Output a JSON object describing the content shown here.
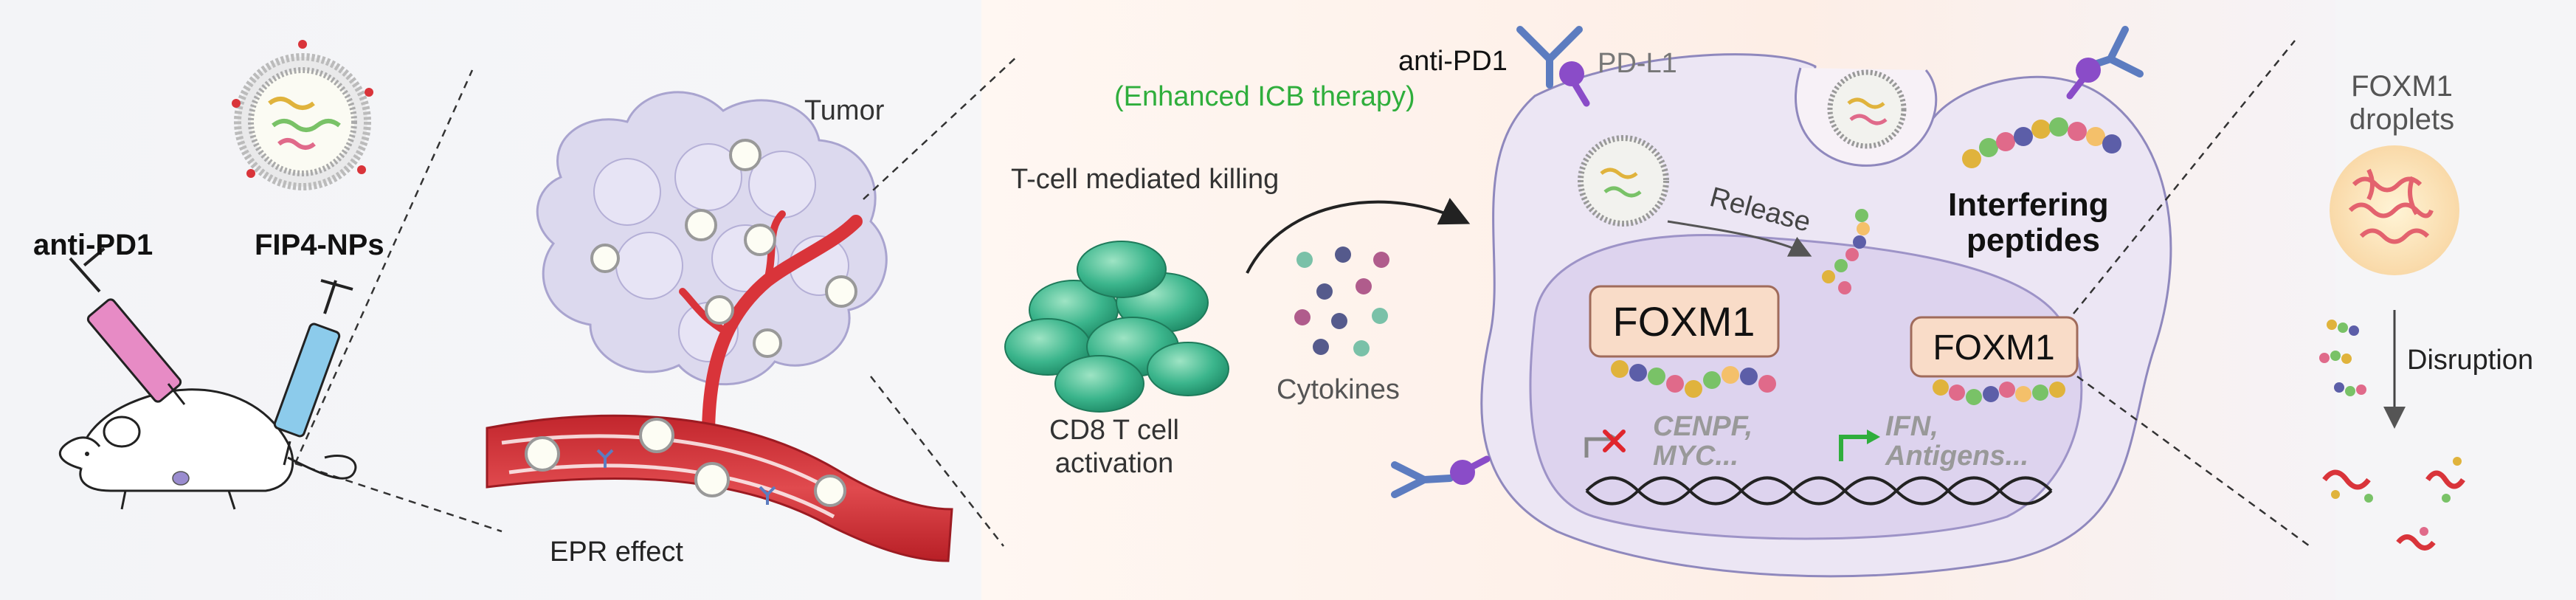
{
  "left_panel": {
    "anti_pd1": "anti-PD1",
    "fip4_nps": "FIP4-NPs",
    "tumor": "Tumor",
    "epr_effect": "EPR effect"
  },
  "middle_panel": {
    "anti_pd1": "anti-PD1",
    "enhanced_icb": "(Enhanced ICB therapy)",
    "t_cell_killing": "T-cell mediated killing",
    "cd8_line1": "CD8 T cell",
    "cd8_line2": "activation",
    "cytokines": "Cytokines",
    "pd_l1": "PD-L1",
    "release": "Release",
    "interfering_line1": "Interfering",
    "interfering_line2": "peptides",
    "foxm1_main": "FOXM1",
    "foxm1_second": "FOXM1",
    "repressed_line1": "CENPF,",
    "repressed_line2": "MYC...",
    "activated_line1": "IFN,",
    "activated_line2": "Antigens..."
  },
  "right_panel": {
    "droplets_line1": "FOXM1",
    "droplets_line2": "droplets",
    "disruption": "Disruption"
  },
  "colors": {
    "accent_green": "#2fae3c",
    "vessel_red": "#d9343a",
    "foxm1_box": "#f9dcc8",
    "tcell_green": "#3bb58c",
    "syringe_pink": "#e78bc5",
    "syringe_blue": "#8ccbeb",
    "antibody_blue": "#5c7cc0",
    "pdl1_purple": "#8a4cc8"
  }
}
